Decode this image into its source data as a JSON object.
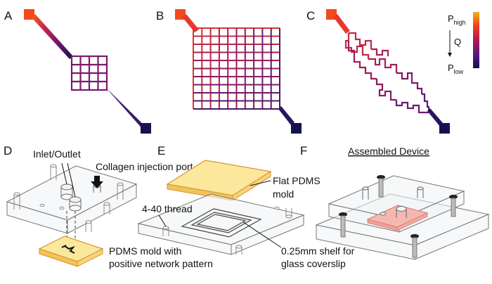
{
  "panels": {
    "a": "A",
    "b": "B",
    "c": "C",
    "d": "D",
    "e": "E",
    "f": "F"
  },
  "legend": {
    "p_high_main": "P",
    "p_high_sub": "high",
    "flow": "Q",
    "p_low_main": "P",
    "p_low_sub": "low",
    "gradient_colors": [
      "#f5b11a",
      "#ee4020",
      "#b01850",
      "#5a1a80",
      "#101050"
    ]
  },
  "annotations": {
    "inlet_outlet": "Inlet/Outlet",
    "collagen_port": "Collagen injection port",
    "pdms_mold_line1": "PDMS mold with",
    "pdms_mold_line2": "positive network pattern",
    "flat_pdms_line1": "Flat PDMS",
    "flat_pdms_line2": "mold",
    "thread": "4-40 thread",
    "shelf_line1": "0.25mm shelf for",
    "shelf_line2": "glass coverslip",
    "assembled": "Assembled Device"
  },
  "colors": {
    "inlet": "#f24a1c",
    "outlet": "#14124e",
    "network_mid": "#7a1a6a",
    "acrylic_edge": "#6e6e6e",
    "pdms_yellow": "#fbe89c",
    "pdms_edge": "#d9922e",
    "assembled_pink": "#f4b8b0"
  }
}
